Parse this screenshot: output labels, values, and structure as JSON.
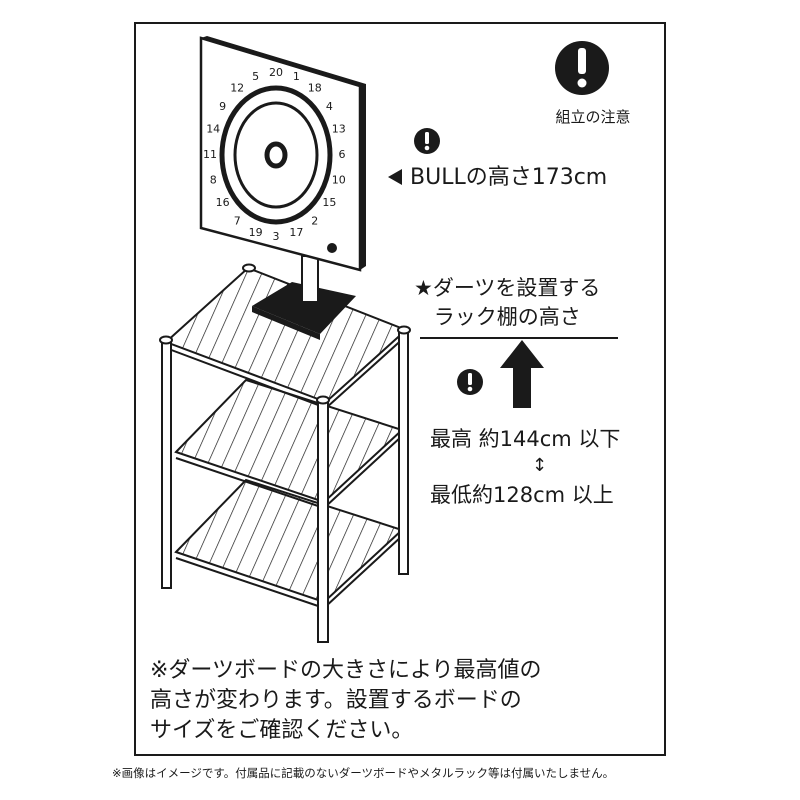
{
  "caution": {
    "label": "組立の注意"
  },
  "dartboard": {
    "numbers": [
      "20",
      "1",
      "18",
      "4",
      "13",
      "6",
      "10",
      "15",
      "2",
      "17",
      "3",
      "19",
      "7",
      "16",
      "8",
      "11",
      "14",
      "9",
      "12",
      "5"
    ]
  },
  "measurements": {
    "bull_height": "BULLの高さ173cm",
    "rack_label_line1": "★ダーツを設置する",
    "rack_label_line2": "ラック棚の高さ",
    "max_height": "最高 約144cm 以下",
    "range_arrow": "↕",
    "min_height": "最低約128cm 以上"
  },
  "notes": {
    "board_note": "※ダーツボードの大きさにより最高値の\n高さが変わります。設置するボードの\nサイズをご確認ください。",
    "footnote": "※画像はイメージです。付属品に記載のないダーツボードやメタルラック等は付属いたしません。"
  },
  "colors": {
    "ink": "#1a1a1a",
    "paper": "#ffffff"
  }
}
